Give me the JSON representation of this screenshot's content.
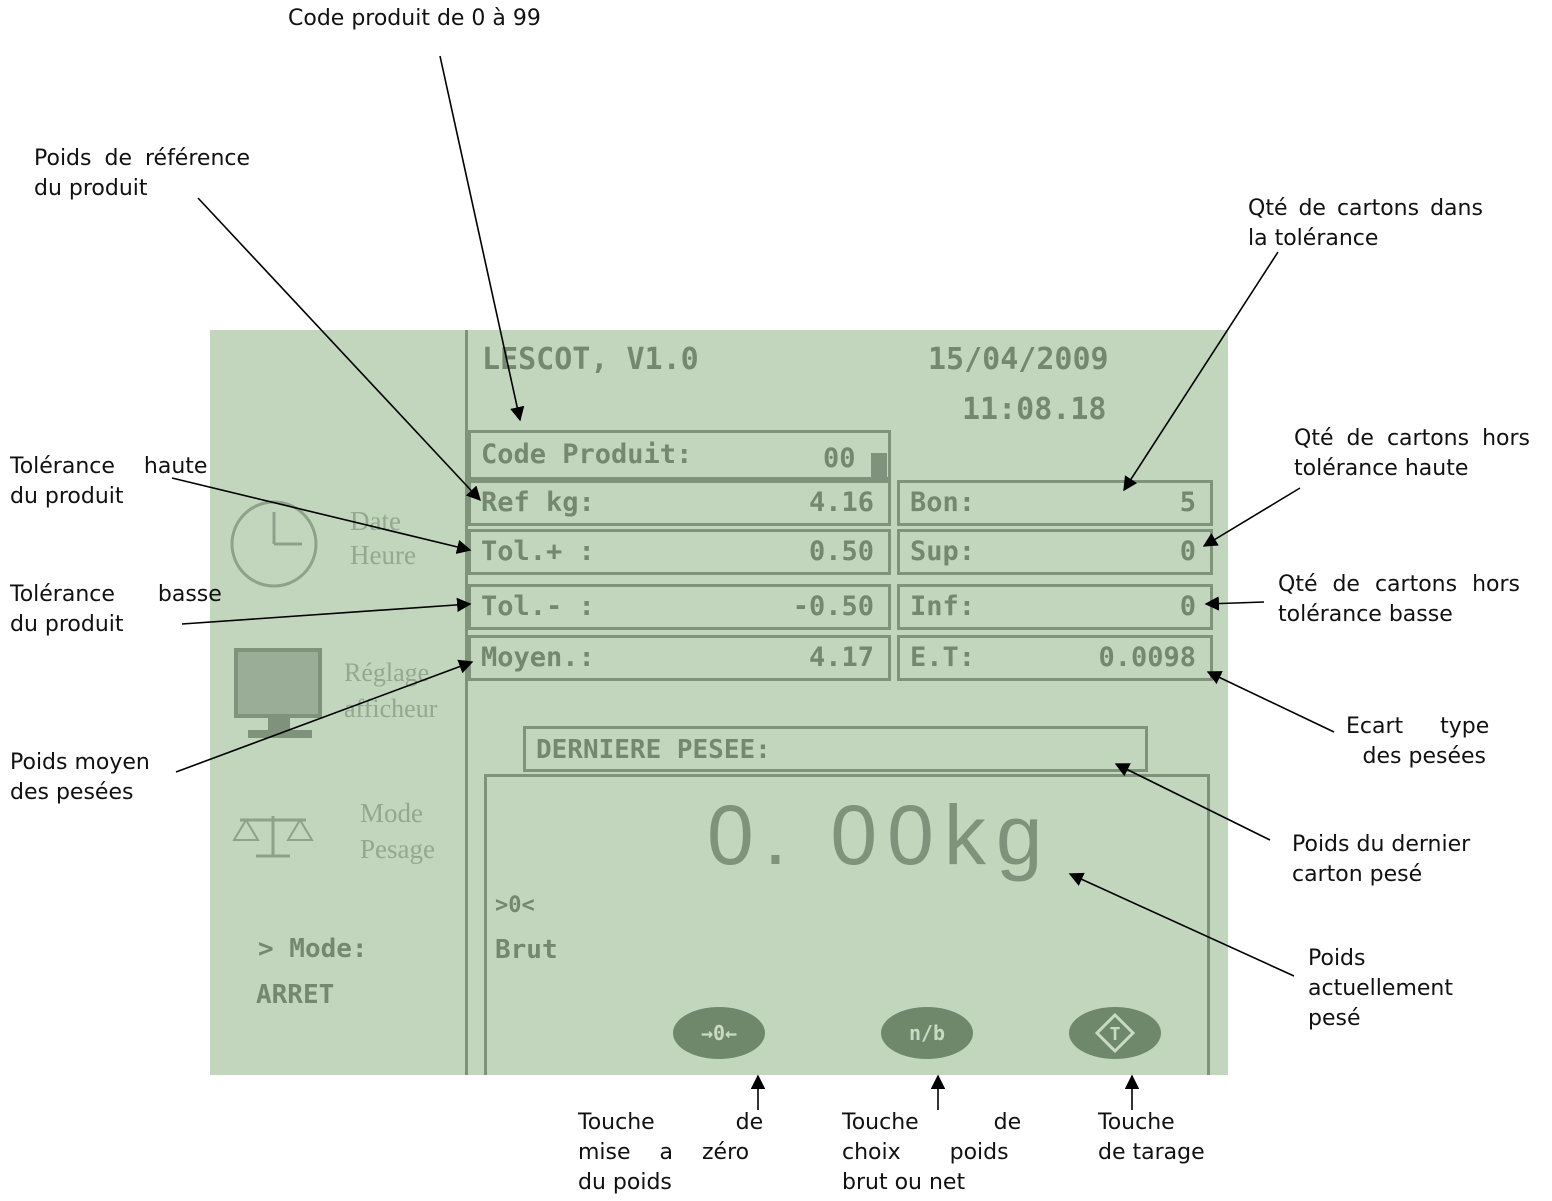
{
  "screen": {
    "title": "LESCOT, V1.0",
    "date": "15/04/2009",
    "time": "11:08.18",
    "code_label": "Code Produit:",
    "code_value": "00",
    "left_table": [
      {
        "label": "Ref kg:",
        "value": "4.16"
      },
      {
        "label": "Tol.+ :",
        "value": "0.50"
      },
      {
        "label": "Tol.- :",
        "value": "-0.50"
      },
      {
        "label": "Moyen.:",
        "value": "4.17"
      }
    ],
    "right_table": [
      {
        "label": "Bon:",
        "value": "5"
      },
      {
        "label": "Sup:",
        "value": "0"
      },
      {
        "label": "Inf:",
        "value": "0"
      },
      {
        "label": "E.T:",
        "value": "0.0098"
      }
    ],
    "last_weighing_label": "DERNIERE PESEE:",
    "weight": "0. 00kg",
    "zero_indicator": ">0<",
    "weight_mode": "Brut",
    "menu": {
      "date_heure": [
        "Date",
        "Heure"
      ],
      "reglage": [
        "Réglage",
        "afficheur"
      ],
      "mode_pesage": [
        "Mode",
        "Pesage"
      ],
      "mode_label": "> Mode:",
      "mode_value": "ARRET"
    },
    "keys": {
      "zero": "→0←",
      "net_brut": "n/b",
      "tare": "T"
    }
  },
  "annotations": {
    "code_produit": "Code produit de 0 à 99",
    "poids_ref": [
      "Poids de référence",
      "du produit"
    ],
    "tol_haute": [
      "Tolérance haute",
      "du produit"
    ],
    "tol_basse": [
      "Tolérance basse",
      "du produit"
    ],
    "poids_moyen": [
      "Poids moyen",
      "des pesées"
    ],
    "qte_tol": [
      "Qté de cartons dans",
      "la tolérance"
    ],
    "qte_hors_haute": [
      "Qté de cartons hors",
      "tolérance haute"
    ],
    "qte_hors_basse": [
      "Qté de cartons hors",
      "tolérance basse"
    ],
    "ecart_type": [
      "Ecart type",
      "des pesées"
    ],
    "dernier_carton": [
      "Poids du dernier",
      "carton pesé"
    ],
    "poids_actuel": [
      "Poids",
      "actuellement",
      "pesé"
    ],
    "touche_zero": [
      "Touche de",
      "mise a zéro",
      "du poids"
    ],
    "touche_choix": [
      "Touche de",
      "choix poids",
      "brut ou net"
    ],
    "touche_tarage": [
      "Touche",
      "de tarage"
    ]
  }
}
